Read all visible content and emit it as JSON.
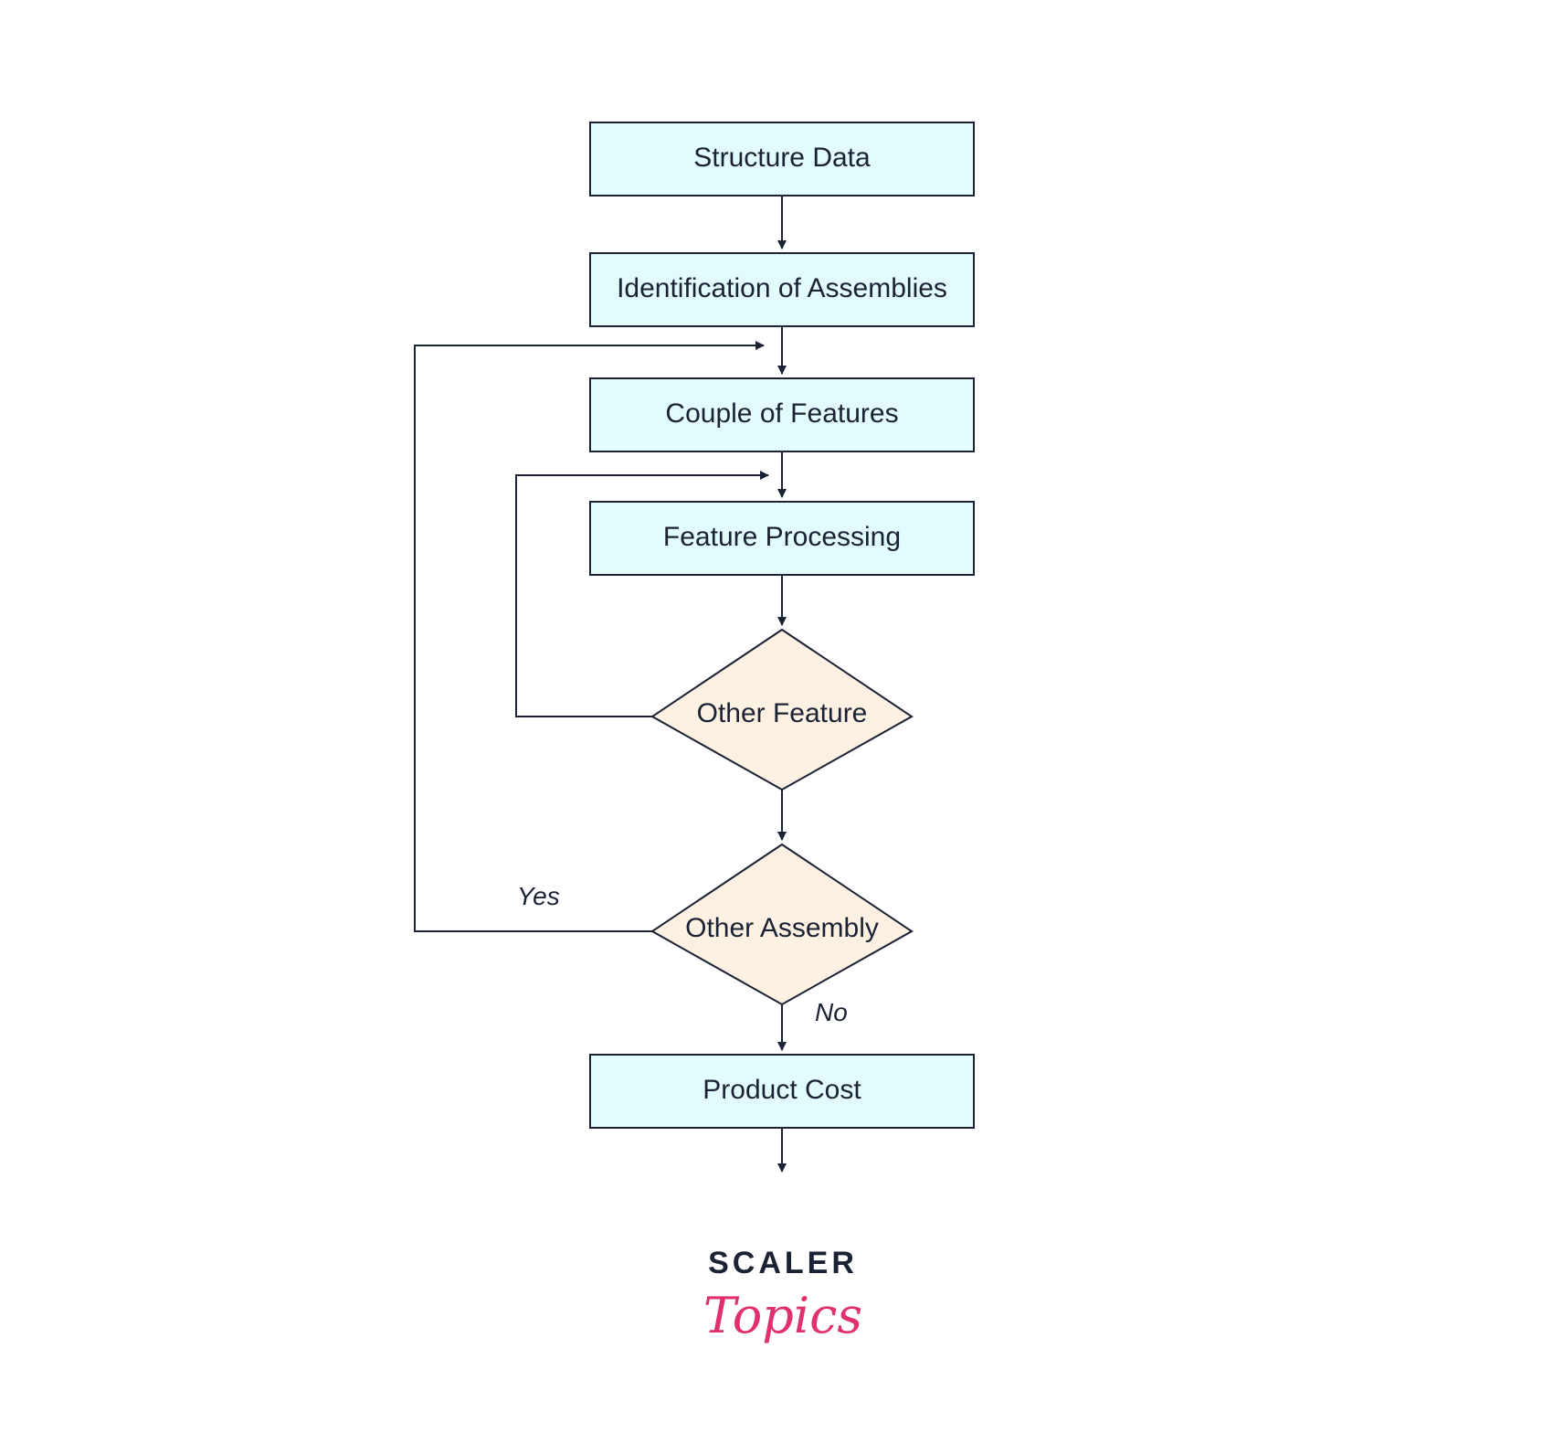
{
  "diagram": {
    "nodes": {
      "structure_data": "Structure Data",
      "identification": "Identification of Assemblies",
      "couple_features": "Couple of Features",
      "feature_processing": "Feature Processing",
      "other_feature": "Other Feature",
      "other_assembly": "Other Assembly",
      "product_cost": "Product Cost"
    },
    "edge_labels": {
      "yes": "Yes",
      "no": "No"
    },
    "colors": {
      "process_fill": "#e2fbfd",
      "decision_fill": "#fdf1e3",
      "stroke": "#1b2233"
    }
  },
  "brand": {
    "top": "SCALER",
    "bottom": "Topics",
    "accent": "#e0306f"
  }
}
